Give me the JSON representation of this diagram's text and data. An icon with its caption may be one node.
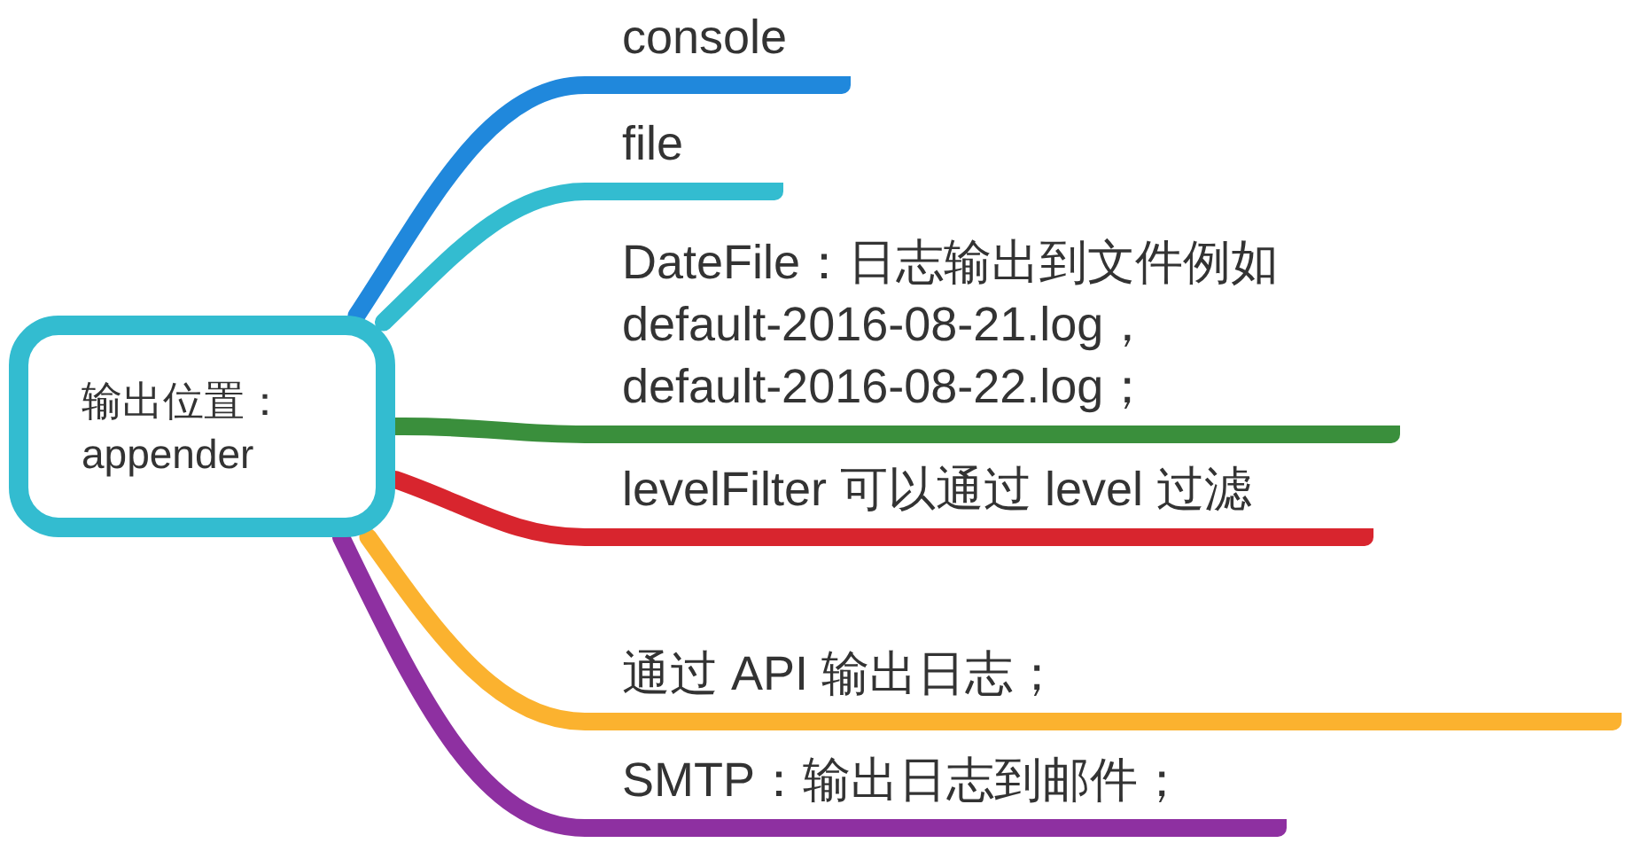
{
  "diagram": {
    "nodes": [
      {
        "text": [
          "输出位置：appender"
        ]
      },
      {
        "text": [
          "console"
        ]
      },
      {
        "text": [
          "file"
        ]
      },
      {
        "text": [
          "DateFile：日志输出到文件例如default-2016-08-21.log，default-2016-08-22.log；"
        ]
      },
      {
        "text": [
          "levelFilter 可以通过 level 过滤"
        ]
      },
      {
        "text": [
          "通过 API 输出日志；"
        ]
      },
      {
        "text": [
          "SMTP：输出日志到邮件；"
        ]
      }
    ],
    "edges": [
      {
        "from": 0,
        "to": 1,
        "arrow": "none",
        "color": "#2088dc"
      },
      {
        "from": 0,
        "to": 2,
        "arrow": "none",
        "color": "#33bcd0"
      },
      {
        "from": 0,
        "to": 3,
        "arrow": "none",
        "color": "#3a8f3c"
      },
      {
        "from": 0,
        "to": 4,
        "arrow": "none",
        "color": "#d8252e"
      },
      {
        "from": 0,
        "to": 5,
        "arrow": "none",
        "color": "#fbb22f"
      },
      {
        "from": 0,
        "to": 6,
        "arrow": "none",
        "color": "#8e30a1"
      }
    ]
  }
}
